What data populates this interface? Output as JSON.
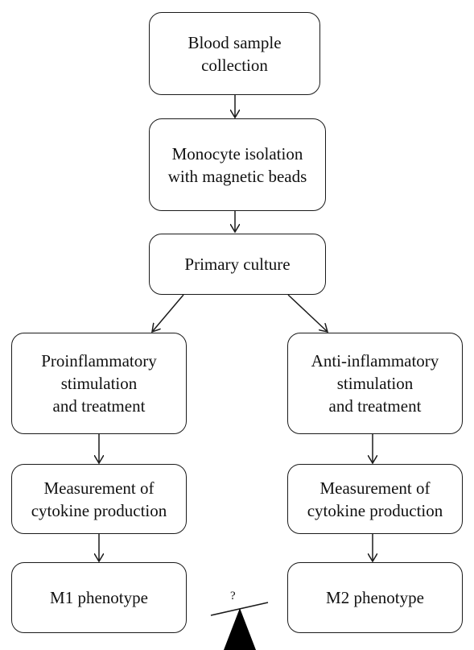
{
  "nodes": {
    "blood": {
      "lines": [
        "Blood sample",
        "collection"
      ]
    },
    "isolation": {
      "lines": [
        "Monocyte isolation",
        "with magnetic beads"
      ]
    },
    "culture": {
      "lines": [
        "Primary culture"
      ]
    },
    "pro": {
      "lines": [
        "Proinflammatory",
        "stimulation",
        "and treatment"
      ]
    },
    "anti": {
      "lines": [
        "Anti-inflammatory",
        "stimulation",
        "and treatment"
      ]
    },
    "measure_left": {
      "lines": [
        "Measurement of",
        "cytokine production"
      ]
    },
    "measure_right": {
      "lines": [
        "Measurement of",
        "cytokine production"
      ]
    },
    "m1": {
      "lines": [
        "M1 phenotype"
      ]
    },
    "m2": {
      "lines": [
        "M2 phenotype"
      ]
    }
  },
  "balance": {
    "question_mark": "?"
  },
  "colors": {
    "stroke": "#1a1a1a",
    "fill": "#000000",
    "background": "#ffffff"
  }
}
